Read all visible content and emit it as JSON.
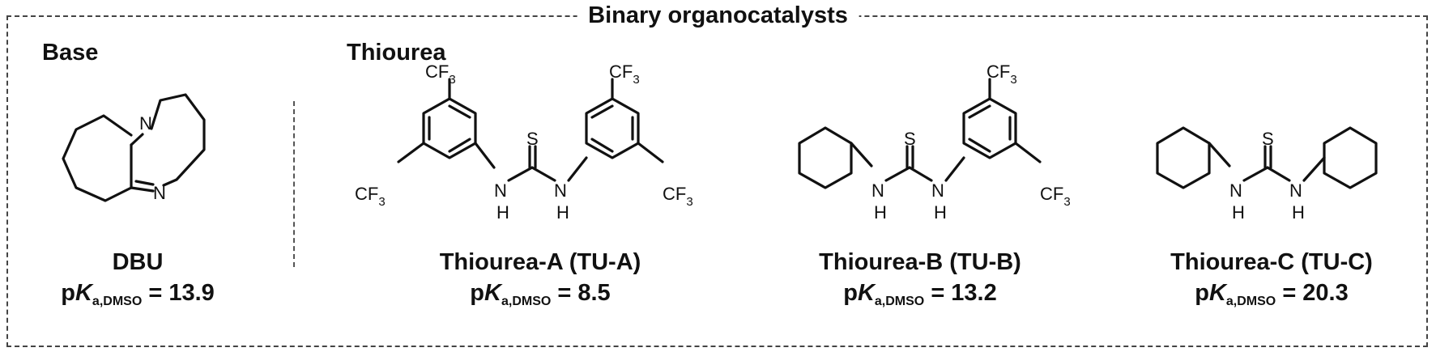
{
  "header": {
    "title": "Binary organocatalysts"
  },
  "sections": {
    "base": "Base",
    "thiourea": "Thiourea"
  },
  "atoms": {
    "N": "N",
    "S": "S",
    "H": "H",
    "CF": "CF",
    "three": "3"
  },
  "compounds": [
    {
      "name": "DBU",
      "pka_p": "p",
      "pka_K": "K",
      "pka_sub": "a,DMSO",
      "pka_value": "= 13.9"
    },
    {
      "name": "Thiourea-A (TU-A)",
      "pka_p": "p",
      "pka_K": "K",
      "pka_sub": "a,DMSO",
      "pka_value": "= 8.5"
    },
    {
      "name": "Thiourea-B (TU-B)",
      "pka_p": "p",
      "pka_K": "K",
      "pka_sub": "a,DMSO",
      "pka_value": "= 13.2"
    },
    {
      "name": "Thiourea-C (TU-C)",
      "pka_p": "p",
      "pka_K": "K",
      "pka_sub": "a,DMSO",
      "pka_value": "= 20.3"
    }
  ]
}
